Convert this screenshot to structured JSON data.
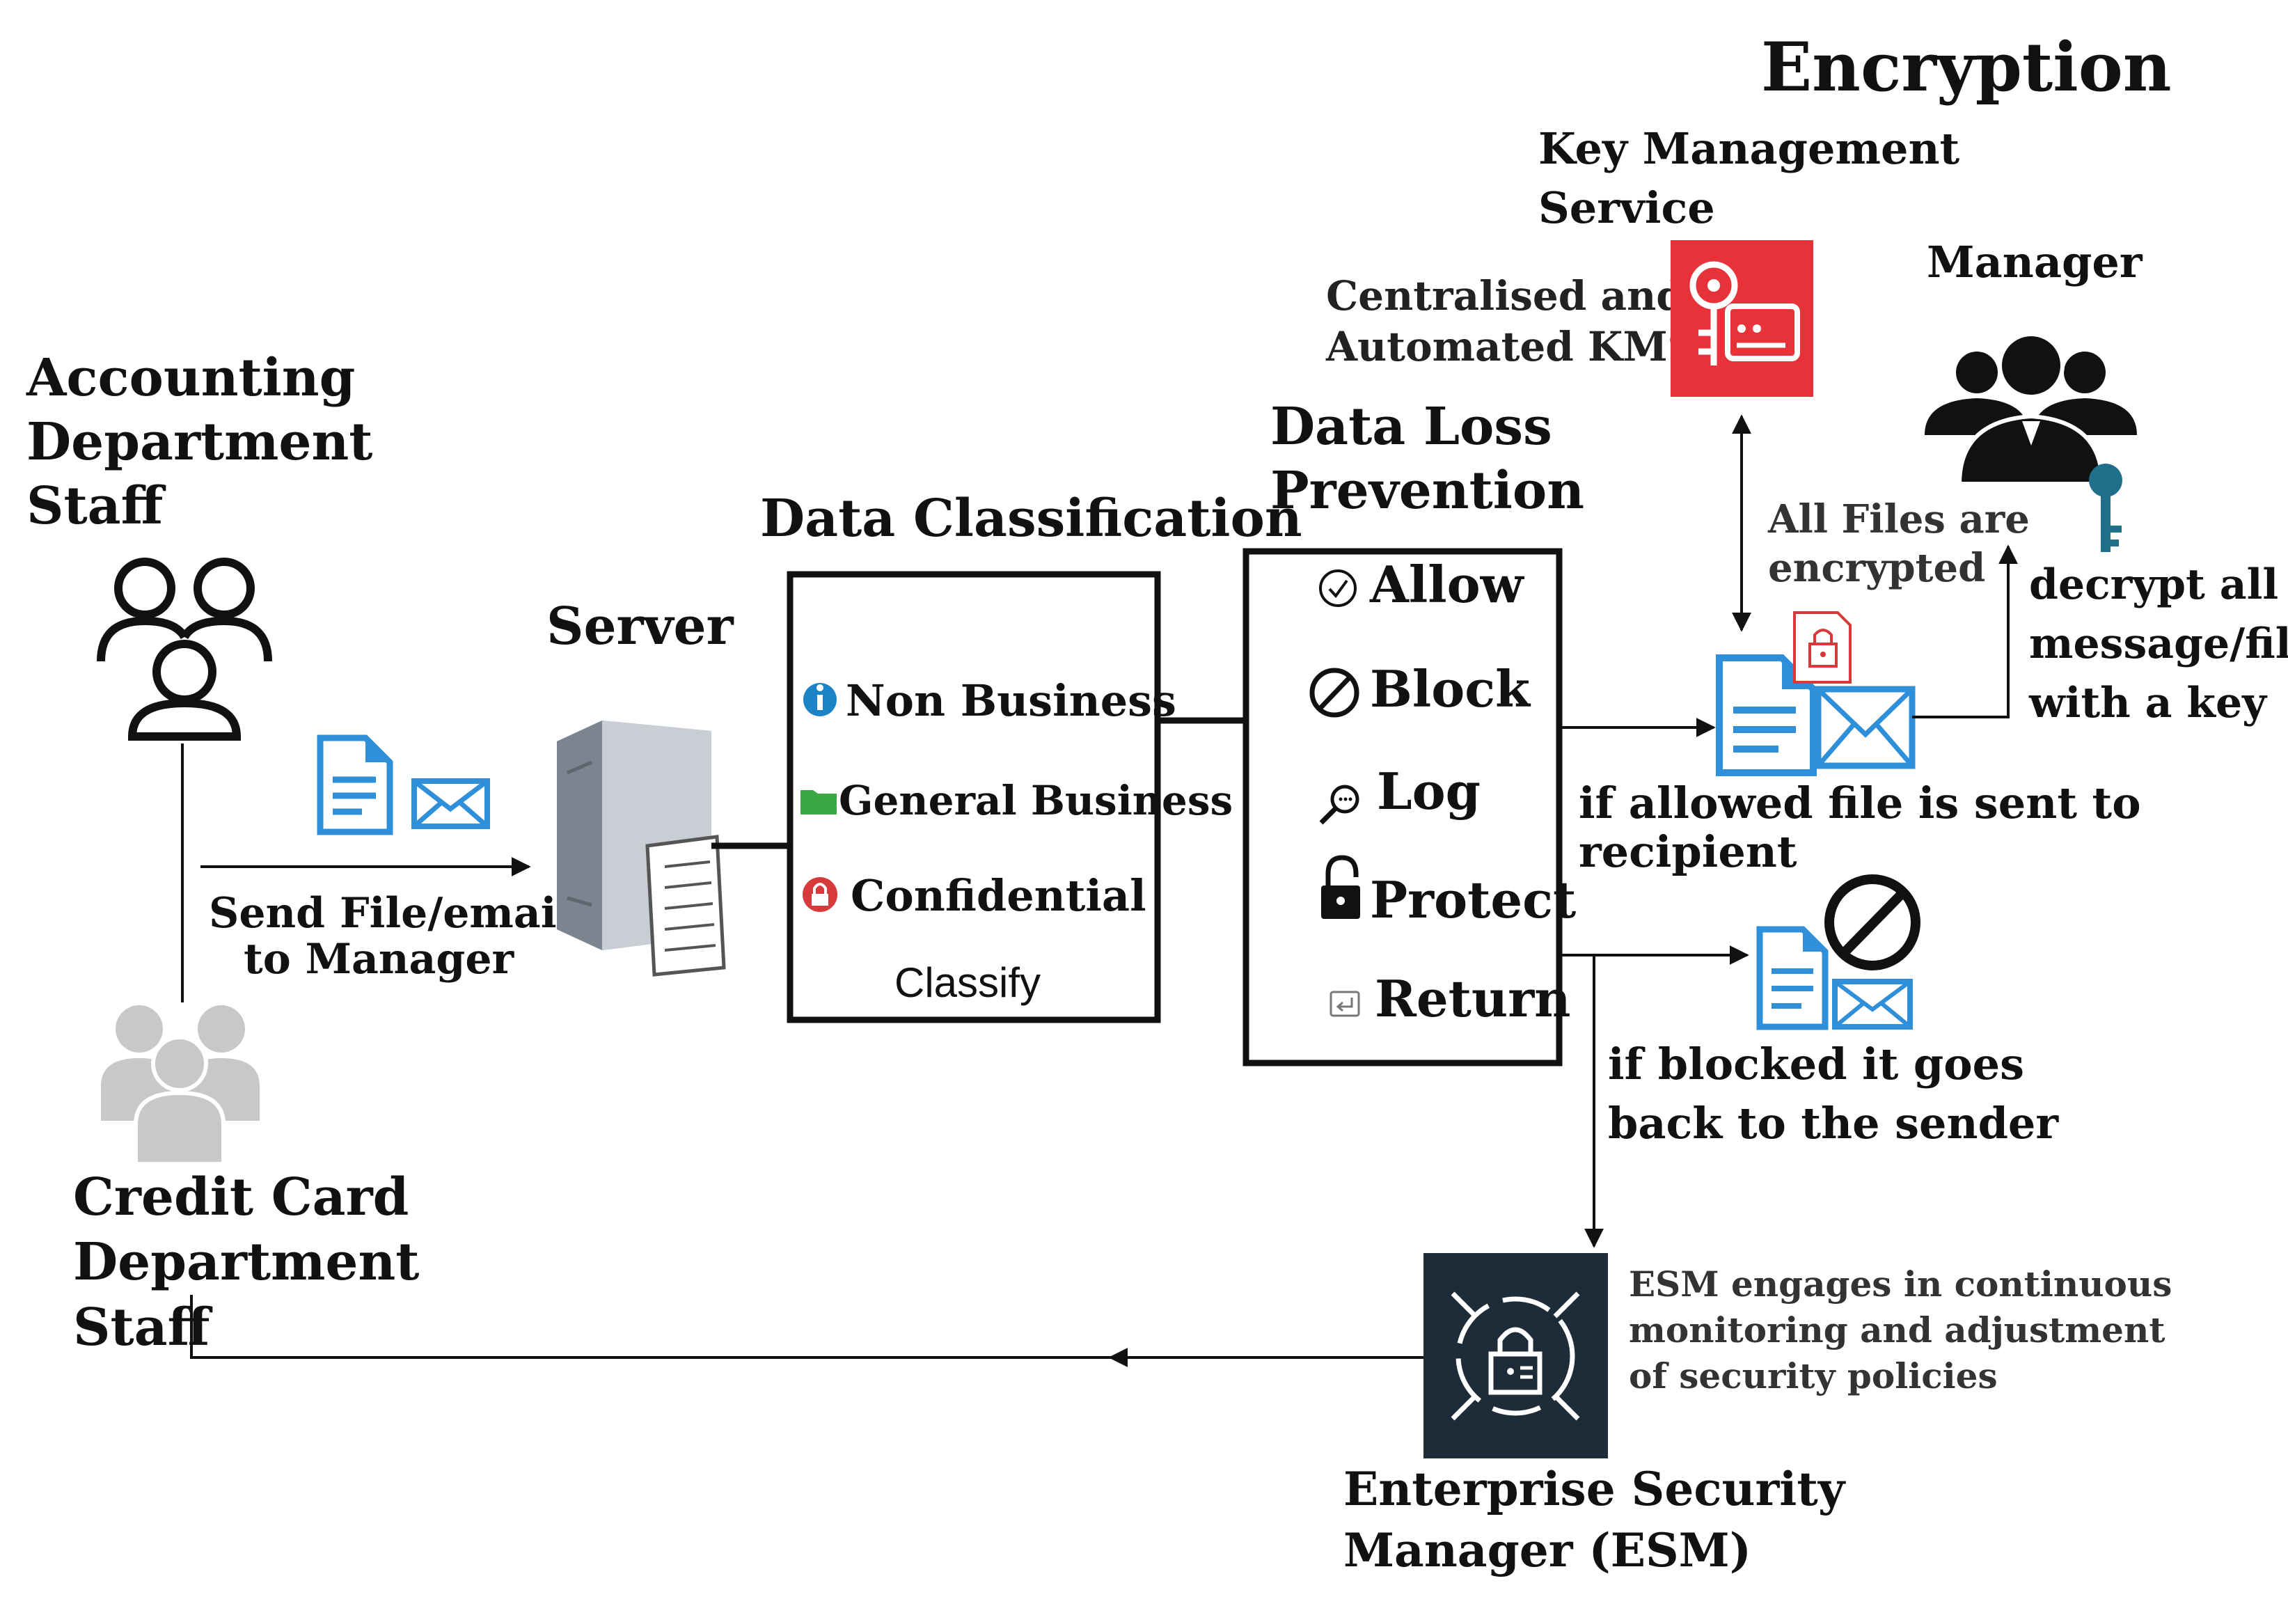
{
  "labels": {
    "encryption": "Encryption",
    "kms_line1": "Key Management",
    "kms_line2": "Service",
    "centralised_line1": "Centralised and",
    "centralised_line2": "Automated KMS",
    "manager": "Manager",
    "accounting_line1": "Accounting",
    "accounting_line2": "Department",
    "accounting_line3": "Staff",
    "data_loss_line1": "Data Loss",
    "data_loss_line2": "Prevention",
    "data_classification": "Data Classification",
    "server": "Server",
    "send_line1": "Send File/email",
    "send_line2": "to Manager",
    "all_files_line1": "All Files are",
    "all_files_line2": "encrypted",
    "decrypt_line1": "decrypt all",
    "decrypt_line2": "message/file",
    "decrypt_line3": "with a key",
    "allowed_line1": "if allowed file is sent to",
    "allowed_line2": "recipient",
    "blocked_line1": "if blocked it goes",
    "blocked_line2": "back to the sender",
    "credit_line1": "Credit Card",
    "credit_line2": "Department",
    "credit_line3": "Staff",
    "esm_desc_line1": "ESM engages in continuous",
    "esm_desc_line2": "monitoring and adjustment",
    "esm_desc_line3": "of security policies",
    "esm_line1": "Enterprise Security",
    "esm_line2": "Manager (ESM)"
  },
  "classification": {
    "items": [
      "Non Business",
      "General Business",
      "Confidential"
    ],
    "footer": "Classify"
  },
  "dlp": {
    "actions": [
      "Allow",
      "Block",
      "Log",
      "Protect",
      "Return"
    ]
  },
  "colors": {
    "line": "#111111",
    "doc_blue": "#2f8fd8",
    "kms_red": "#e8323a",
    "esm_navy": "#1e2b38",
    "gray_people": "#c8c8c8",
    "key_teal": "#1f6f8b",
    "info_blue": "#1c84c6",
    "folder_green": "#3aa845",
    "confidential_red": "#d63a3a"
  }
}
